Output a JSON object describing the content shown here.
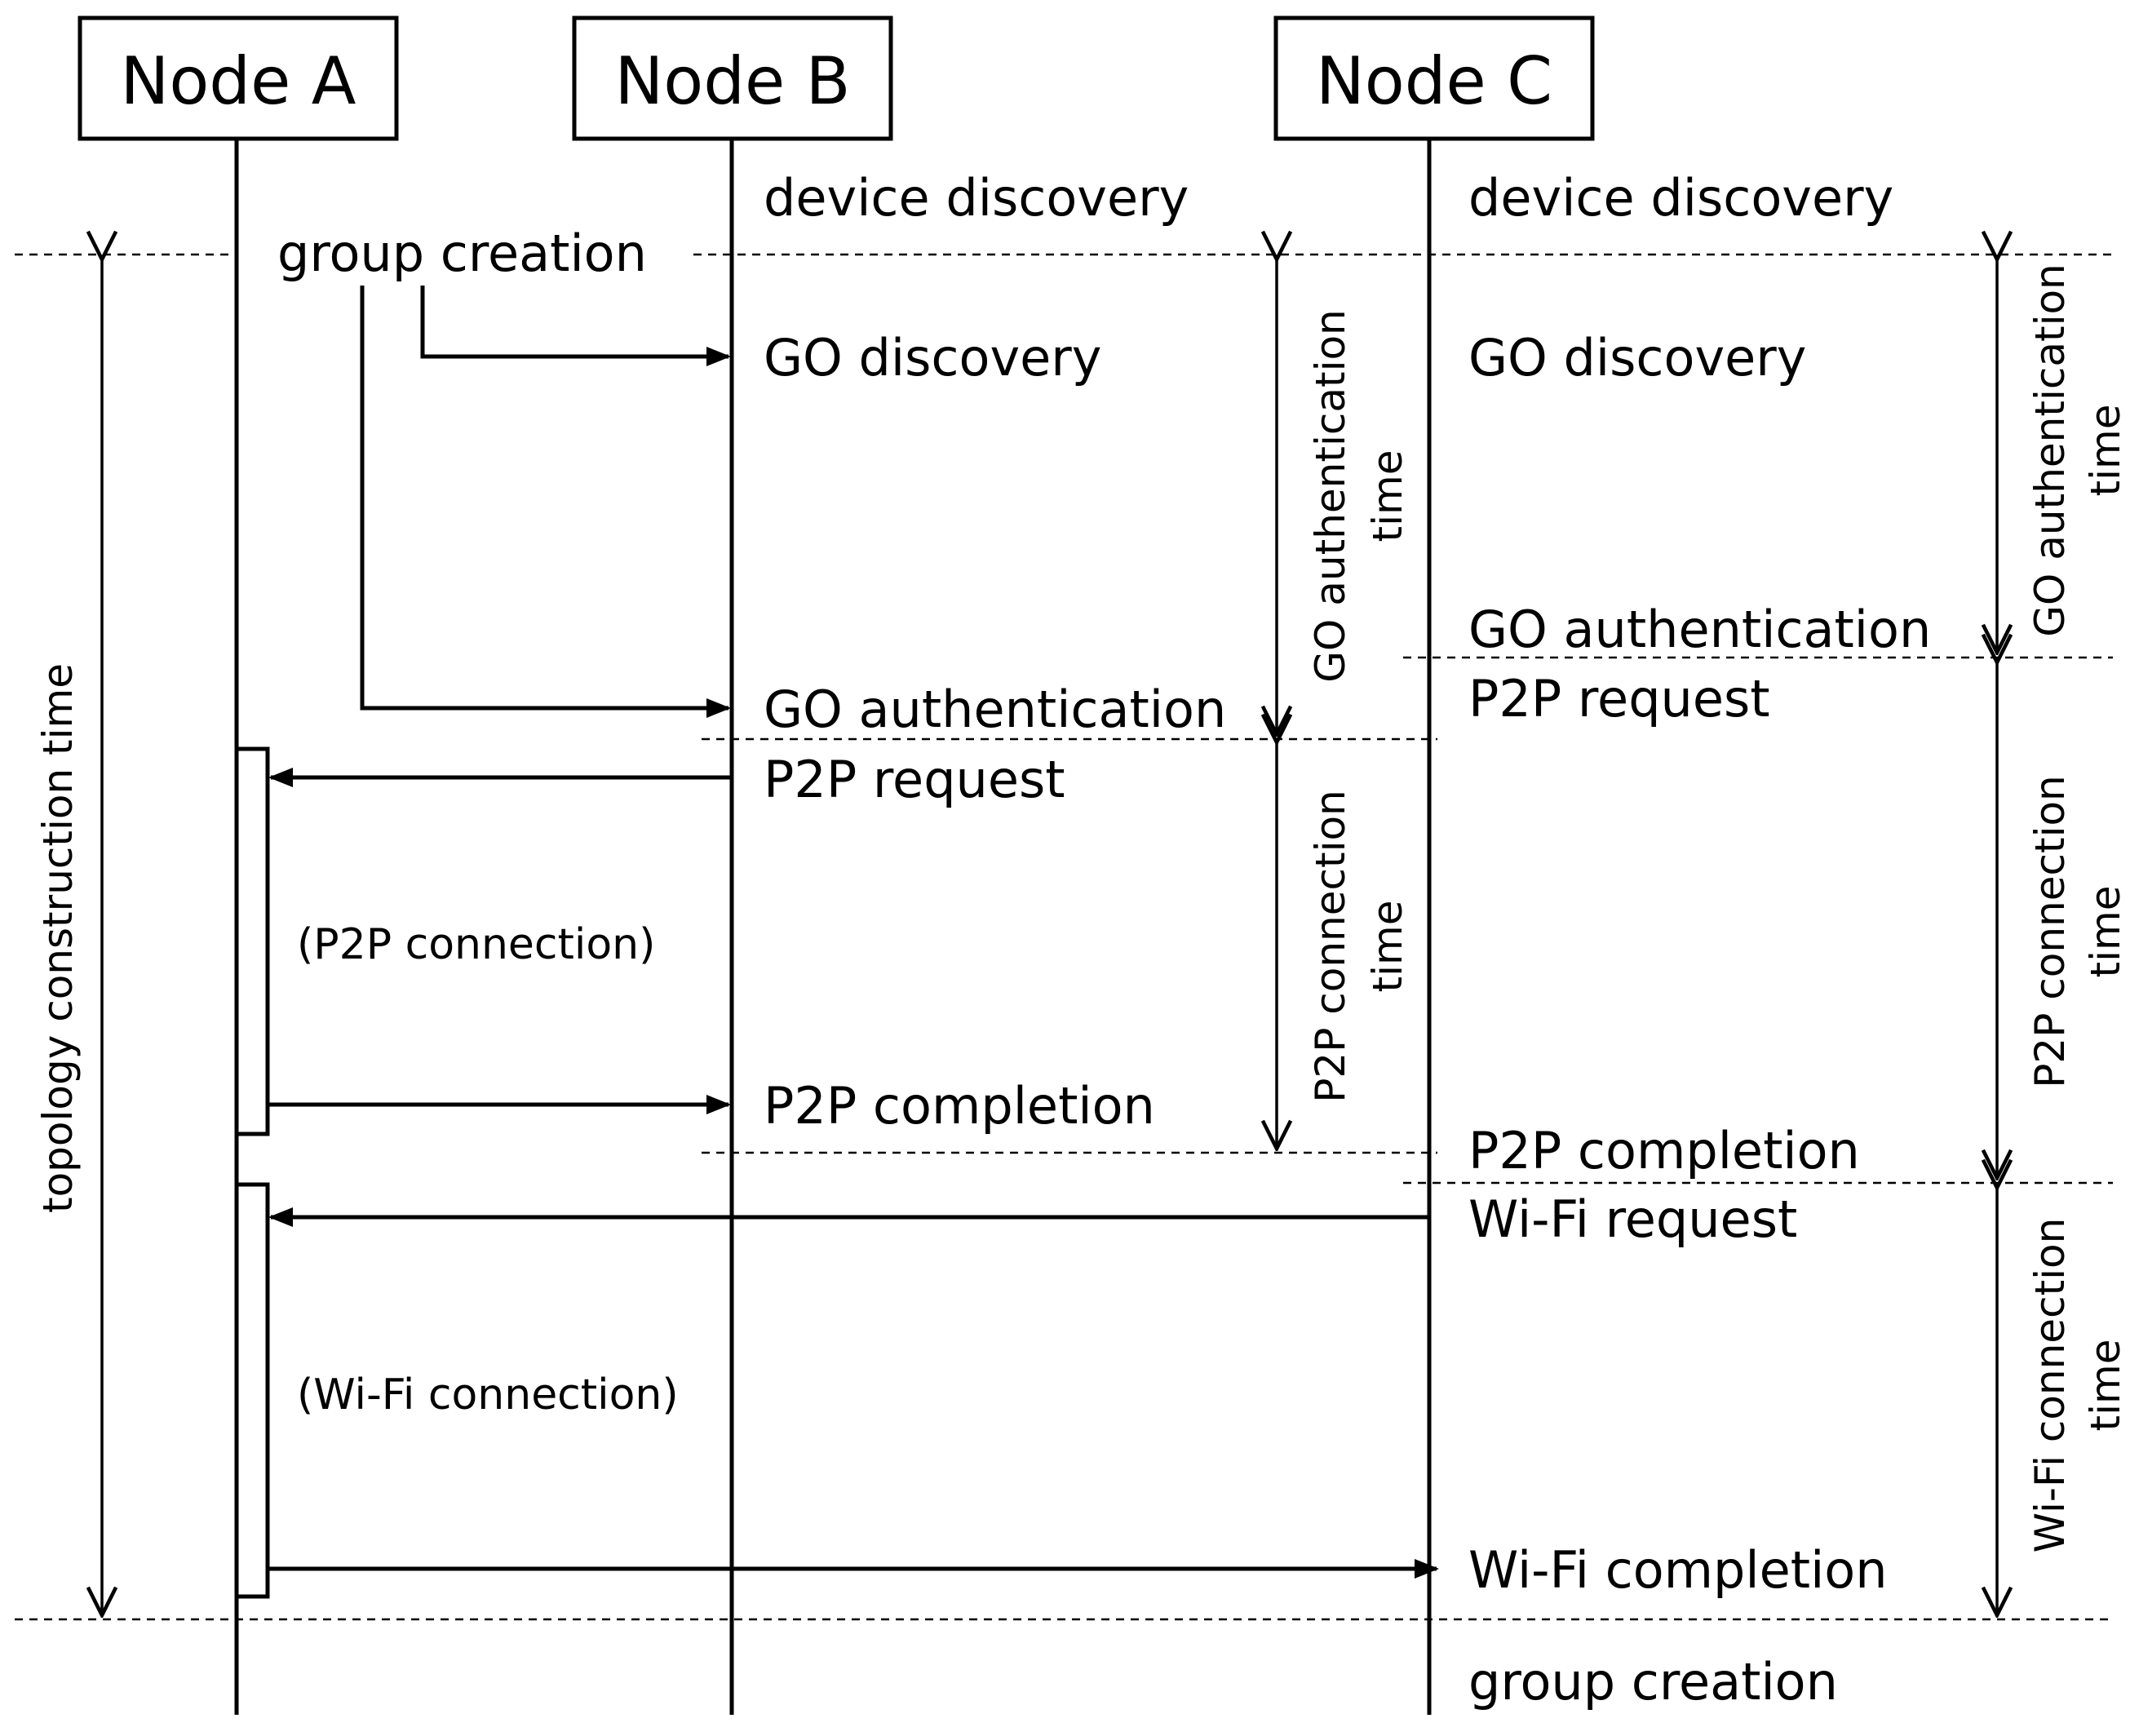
{
  "nodes": {
    "a": "Node A",
    "b": "Node B",
    "c": "Node C"
  },
  "node_a": {
    "group_creation": "group creation",
    "p2p_connection": "(P2P connection)",
    "wifi_connection": "(Wi-Fi connection)"
  },
  "node_b": {
    "device_discovery": "device discovery",
    "go_discovery": "GO discovery",
    "go_authentication": "GO authentication",
    "p2p_request": "P2P request",
    "p2p_completion": "P2P completion"
  },
  "node_c": {
    "device_discovery": "device discovery",
    "go_discovery": "GO discovery",
    "go_authentication": "GO authentication",
    "p2p_request": "P2P request",
    "p2p_completion": "P2P completion",
    "wifi_request": "Wi-Fi request",
    "wifi_completion": "Wi-Fi completion",
    "group_creation": "group creation"
  },
  "durations": {
    "topology": "topology construction time",
    "b_go_auth_1": "GO authentication",
    "b_go_auth_2": "time",
    "b_p2p_1": "P2P connection",
    "b_p2p_2": "time",
    "c_go_auth_1": "GO authentication",
    "c_go_auth_2": "time",
    "c_p2p_1": "P2P connection",
    "c_p2p_2": "time",
    "c_wifi_1": "Wi-Fi connection",
    "c_wifi_2": "time"
  }
}
